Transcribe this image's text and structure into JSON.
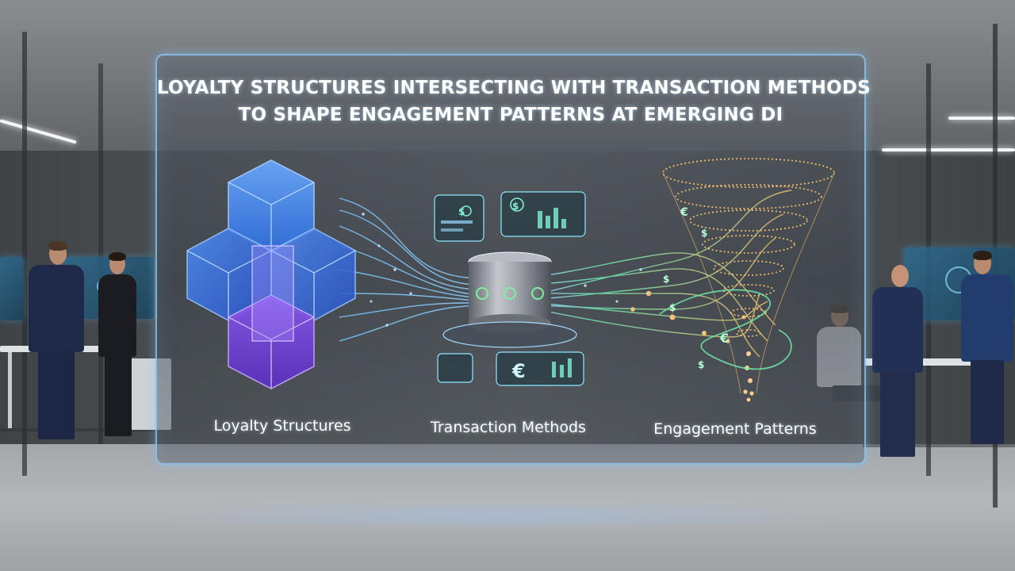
{
  "panel": {
    "title_line_1": "LOYALTY STRUCTURES INTERSECTING WITH TRANSACTION METHODS",
    "title_line_2": "TO SHAPE ENGAGEMENT PATTERNS AT EMERGING DI"
  },
  "sections": [
    {
      "label": "Loyalty Structures",
      "icon": "interlocking-cubes-icon"
    },
    {
      "label": "Transaction Methods",
      "icon": "payment-terminal-icon"
    },
    {
      "label": "Engagement Patterns",
      "icon": "particle-funnel-icon"
    }
  ],
  "currency_symbols": {
    "euro": "€",
    "dollar": "$"
  },
  "colors": {
    "panel_border": "#96d2ff",
    "cube_blue": "#2f6fe0",
    "cube_purple": "#7a3fe0",
    "stream_blue": "#5ab8ff",
    "stream_green": "#5fe8a0",
    "funnel_gold": "#f0c070"
  }
}
